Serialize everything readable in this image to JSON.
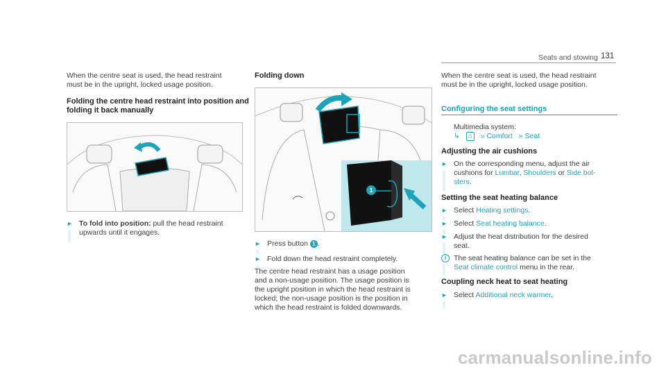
{
  "header": {
    "section": "Seats and stowing",
    "page": "131"
  },
  "col1": {
    "intro": [
      "When the centre seat is used, the head restraint",
      "must be in the upright, locked usage position."
    ],
    "heading": [
      "Folding the centre head restraint into position and",
      "folding it back manually"
    ],
    "step_label": "To fold into position:",
    "step_rest": " pull the head restraint",
    "step_line2": "upwards until it engages."
  },
  "col2": {
    "heading": "Folding down",
    "callout": "1",
    "step1_pre": "Press button ",
    "step1_badge": "1",
    "step1_post": ".",
    "step2": "Fold down the head restraint completely.",
    "para": [
      "The centre head restraint has a usage position",
      "and a non-usage position. The usage position is",
      "the upright position in which the head restraint is",
      "locked; the non-usage position is the position in",
      "which the head restraint is folded downwards."
    ]
  },
  "col3": {
    "intro": [
      "When the centre seat is used, the head restraint",
      "must be in the upright, locked usage position."
    ],
    "section_title": "Configuring the seat settings",
    "multimedia_label": "Multimedia system:",
    "nav_home": "⌂",
    "nav_comfort": "Comfort",
    "nav_seat": "Seat",
    "air_heading": "Adjusting the air cushions",
    "air_line1": "On the corresponding menu, adjust the air",
    "air_line2_pre": "cushions for ",
    "air_lumbar": "Lumbar",
    "air_comma": ", ",
    "air_shoulders": "Shoulders",
    "air_or": " or ",
    "air_side1": "Side bol-",
    "air_side2": "sters",
    "air_end": ".",
    "heat_heading": "Setting the seat heating balance",
    "heat_s1_pre": "Select ",
    "heat_s1_link": "Heating settings",
    "heat_s1_post": ".",
    "heat_s2_pre": "Select ",
    "heat_s2_link": "Seat heating balance",
    "heat_s2_post": ".",
    "heat_s3_l1": "Adjust the heat distribution for the desired",
    "heat_s3_l2": "seat.",
    "info_l1": "The seat heating balance can be set in the",
    "info_link": "Seat climate control",
    "info_l2_post": " menu in the rear.",
    "neck_heading": "Coupling neck heat to seat heating",
    "neck_pre": "Select ",
    "neck_link": "Additional neck warmer",
    "neck_post": "."
  },
  "watermark": "carmanualsonline.info",
  "colors": {
    "accent": "#1ea3b8",
    "accent_light": "#bfe8ee"
  },
  "icons": [
    "step-arrow-icon",
    "nav-return-icon",
    "home-icon",
    "chevron-right-icon",
    "info-icon"
  ]
}
